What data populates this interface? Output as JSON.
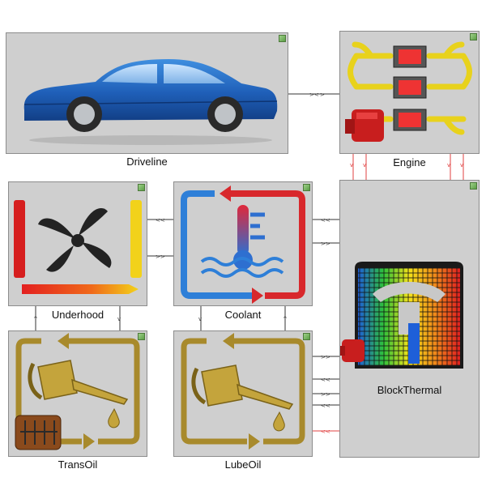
{
  "blocks": {
    "driveline": {
      "label": "Driveline",
      "icon": "car-icon"
    },
    "engine": {
      "label": "Engine",
      "icon": "engine-cylinders-icon"
    },
    "underhood": {
      "label": "Underhood",
      "icon": "radiator-fan-icon"
    },
    "coolant": {
      "label": "Coolant",
      "icon": "coolant-thermometer-icon"
    },
    "transoil": {
      "label": "TransOil",
      "icon": "oil-can-transmission-icon"
    },
    "lubeoil": {
      "label": "LubeOil",
      "icon": "oil-can-icon"
    },
    "blockthermal": {
      "label": "BlockThermal",
      "icon": "engine-block-heatmap-icon"
    }
  },
  "colors": {
    "block_fill": "#cfcfcf",
    "wire": "#333333",
    "thermal_wire": "#e04040"
  }
}
